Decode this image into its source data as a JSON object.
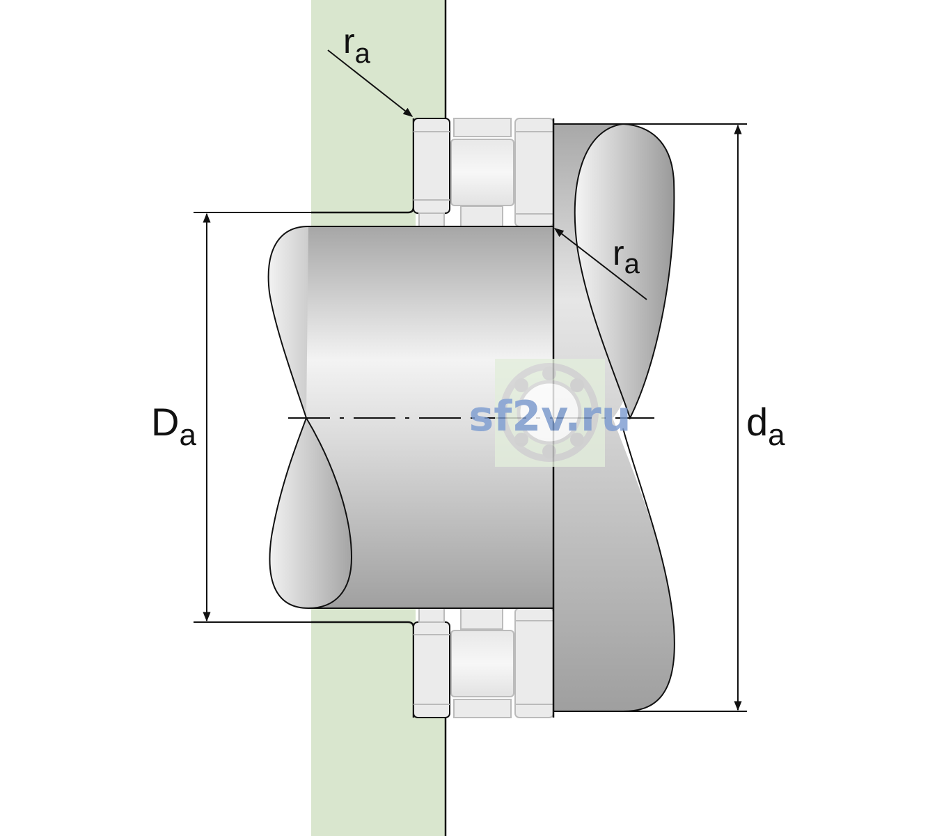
{
  "labels": {
    "ra_top": {
      "main": "r",
      "sub": "a"
    },
    "ra_right": {
      "main": "r",
      "sub": "a"
    },
    "Da": {
      "main": "D",
      "sub": "a"
    },
    "da": {
      "main": "d",
      "sub": "a"
    }
  },
  "watermark": {
    "text": "sf2v.ru",
    "icon": "ball-bearing-icon"
  },
  "colors": {
    "housing": "#d9e6ce",
    "line": "#111111",
    "part_light": "#ececec",
    "part_mid": "#c4c4c4",
    "part_dark": "#a9a9a9",
    "watermark_text": "#7b9bd0",
    "watermark_bg": "#e3eedc"
  }
}
